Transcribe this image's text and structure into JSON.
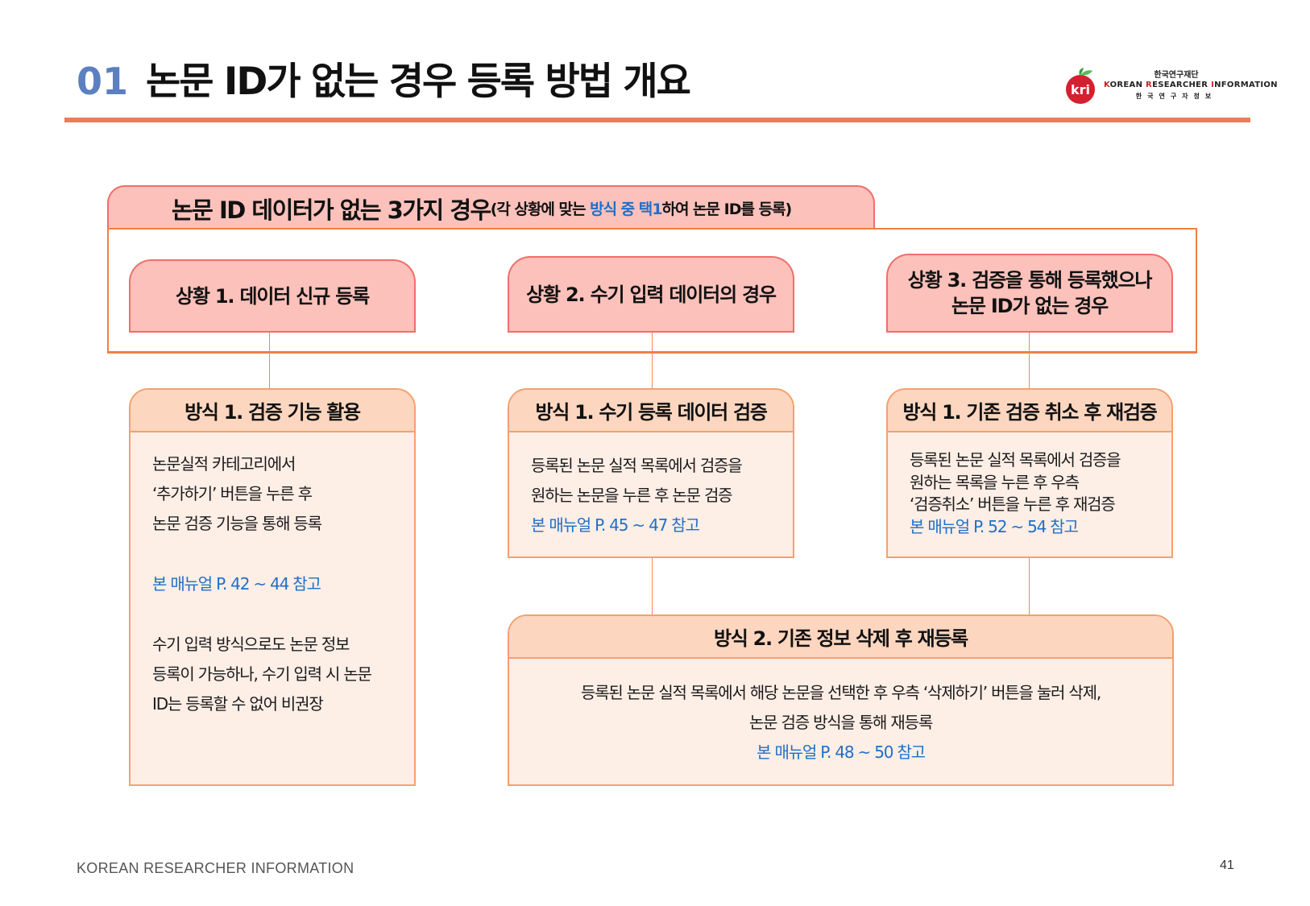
{
  "header": {
    "number": "01",
    "title": "논문 ID가 없는 경우 등록 방법 개요"
  },
  "logo": {
    "mark_text": "kri",
    "org_korean": "한국연구재단",
    "org_english_k": "K",
    "org_english_1": "OREAN ",
    "org_english_r": "R",
    "org_english_2": "ESEARCHER ",
    "org_english_i": "I",
    "org_english_3": "NFORMATION",
    "org_korean_spaced": "한국연구자정보"
  },
  "overview": {
    "main": "논문 ID 데이터가 없는 3가지 경우",
    "sub_open": "(각 상황에 맞는 ",
    "sub_blue": "방식 중 택1",
    "sub_close": "하여 논문 ID를 등록)"
  },
  "situations": [
    {
      "line1": "상황 1. 데이터 신규 등록",
      "line2": ""
    },
    {
      "line1": "상황 2. 수기 입력 데이터의 경우",
      "line2": ""
    },
    {
      "line1": "상황 3. 검증을 통해 등록했으나",
      "line2": "논문 ID가 없는 경우"
    }
  ],
  "methods": {
    "m1": {
      "title": "방식 1. 검증 기능 활용",
      "lines": [
        "논문실적 카테고리에서",
        "‘추가하기’ 버튼을 누른 후",
        "논문 검증 기능을 통해 등록"
      ],
      "ref": "본 매뉴얼 P. 42 ~ 44 참고",
      "note": [
        "수기 입력 방식으로도 논문 정보",
        "등록이 가능하나, 수기 입력 시 논문",
        "ID는 등록할 수 없어 비권장"
      ]
    },
    "m2": {
      "title": "방식 1. 수기 등록 데이터 검증",
      "lines": [
        "등록된 논문 실적 목록에서 검증을",
        "원하는 논문을 누른 후 논문 검증"
      ],
      "ref": "본 매뉴얼 P. 45 ~ 47 참고"
    },
    "m3": {
      "title": "방식 1. 기존 검증 취소 후 재검증",
      "lines": [
        "등록된 논문 실적 목록에서 검증을",
        "원하는 목록을 누른 후 우측",
        "‘검증취소’ 버튼을 누른 후 재검증"
      ],
      "ref": "본 매뉴얼 P. 52 ~ 54 참고"
    },
    "m4": {
      "title": "방식 2. 기존 정보 삭제 후 재등록",
      "lines": [
        "등록된 논문 실적 목록에서 해당 논문을 선택한 후 우측 ‘삭제하기’ 버튼을 눌러 삭제,",
        "논문 검증 방식을 통해 재등록"
      ],
      "ref": "본 매뉴얼 P. 48 ~ 50 참고"
    }
  },
  "footer": {
    "org": "KOREAN RESEARCHER INFORMATION",
    "page": "41"
  },
  "colors": {
    "title_number": "#5b7fc0",
    "rule": "#ea7d5b",
    "situation_fill": "#fbc1ba",
    "method_fill": "#fdeee6",
    "method_header": "#fcd6bf",
    "reference_blue": "#1f6fc7"
  }
}
